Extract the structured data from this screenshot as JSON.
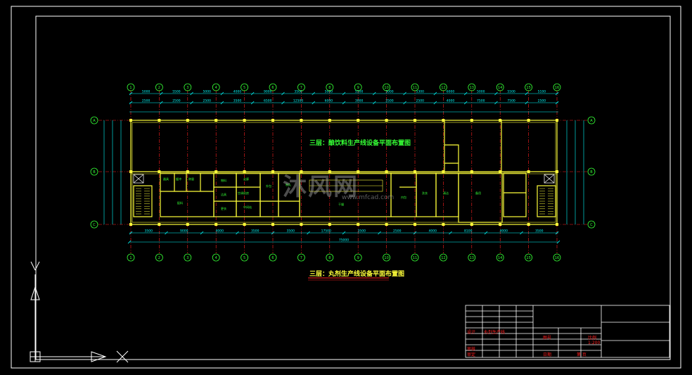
{
  "drawing": {
    "upper_plan_title": "三层：酿饮料生产线设备平面布置图",
    "main_plan_title": "三层：丸剂生产线设备平面布置图",
    "watermark_main": "沐风网",
    "watermark_url": "www.mfcad.com"
  },
  "axes": {
    "columns": [
      "1",
      "2",
      "3",
      "4",
      "5",
      "6",
      "7",
      "8",
      "9",
      "10",
      "11",
      "12",
      "13",
      "14",
      "15",
      "16"
    ],
    "rows": [
      "A",
      "B",
      "C"
    ]
  },
  "dimensions": {
    "top_row_1": [
      "5000",
      "5500",
      "5000",
      "4000",
      "9000",
      "3500",
      "5000",
      "5500",
      "5000",
      "5300",
      "6000",
      "5000",
      "5500",
      "5100"
    ],
    "top_row_2": [
      "2500",
      "2500",
      "2500",
      "3500",
      "6500",
      "12500",
      "6000",
      "3000",
      "2500",
      "2500",
      "4000",
      "7500",
      "7500",
      "2500"
    ],
    "bottom_row_1": [
      "3500",
      "9000",
      "4000",
      "3500",
      "3500",
      "17500",
      "3500",
      "2500",
      "4000",
      "8100",
      "4000",
      "3500"
    ],
    "bottom_total": "75000"
  },
  "rooms": [
    "器具",
    "缓冲",
    "称量",
    "配料",
    "物料",
    "洁具",
    "更衣",
    "走廊",
    "空调机房",
    "中间站",
    "外包",
    "制丸",
    "干燥",
    "内包",
    "洗衣",
    "清洁",
    "备用"
  ],
  "title_block": {
    "row1": [
      "设计",
      "审核",
      "审定"
    ],
    "row2": [
      "图号",
      "比例",
      "日期"
    ],
    "project": "丸剂生产线",
    "scale": "1:200",
    "sheet": "第 页"
  },
  "colors": {
    "background": "#000000",
    "wall": "#ffff3a",
    "dimension": "#00ffff",
    "axis_line": "#ff2020",
    "text_green": "#35ff35",
    "border": "#ffffff"
  },
  "ucs": {
    "label_y": "Y",
    "label_x": "X"
  }
}
